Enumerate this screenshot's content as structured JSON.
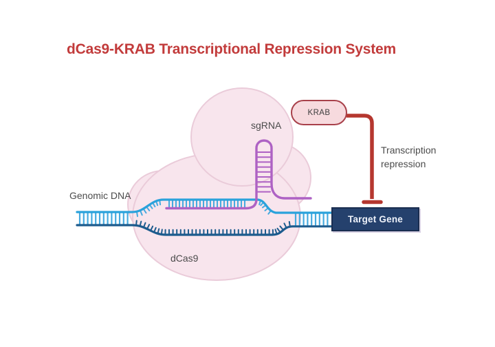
{
  "title": "dCas9-KRAB Transcriptional Repression System",
  "labels": {
    "sgrna": "sgRNA",
    "krab": "KRAB",
    "genomic_dna": "Genomic DNA",
    "dcas9": "dCas9",
    "target_gene": "Target Gene",
    "transcription_repression": "Transcription repression"
  },
  "colors": {
    "title": "#c23b3b",
    "label_text": "#4b4b4b",
    "red_line": "#b5372f",
    "dna_top": "#2aa2db",
    "dna_bottom": "#1c5b8d",
    "dna_rung": "#45aadf",
    "sgrna": "#ae62c4",
    "protein_fill": "#f8e5ed",
    "protein_stroke": "#eacbd9",
    "krab_fill": "#f7dade",
    "krab_border": "#a8404a",
    "krab_text": "#3d3d3d",
    "gene_fill": "#25416d",
    "gene_border": "#1a2d50",
    "gene_text": "#eef2fa"
  }
}
